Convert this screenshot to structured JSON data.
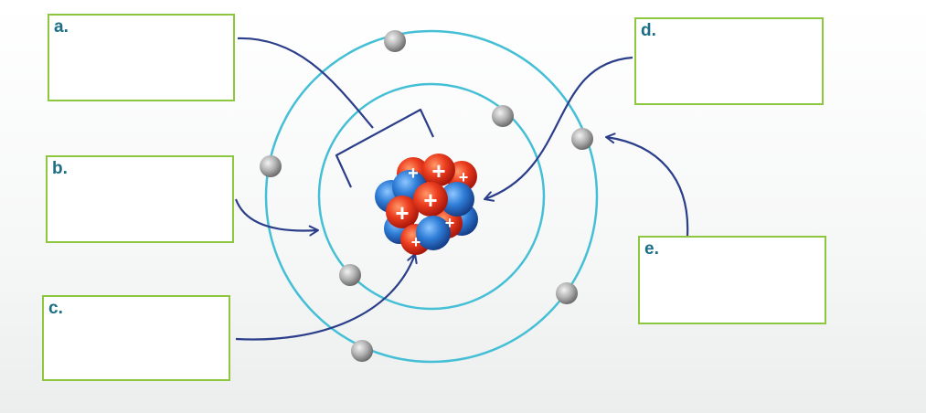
{
  "labels": [
    {
      "id": "a",
      "text": "a."
    },
    {
      "id": "b",
      "text": "b."
    },
    {
      "id": "c",
      "text": "c."
    },
    {
      "id": "d",
      "text": "d."
    },
    {
      "id": "e",
      "text": "e."
    }
  ],
  "nucleus": {
    "proton_symbol": "+"
  },
  "colors": {
    "orbit": "#45bfd6",
    "arrow": "#2b3e8a",
    "box_border": "#8dc63f",
    "label_text": "#1b6e86",
    "proton": "#e8361e",
    "neutron": "#2f7ed8",
    "electron": "#a6a6a6"
  }
}
